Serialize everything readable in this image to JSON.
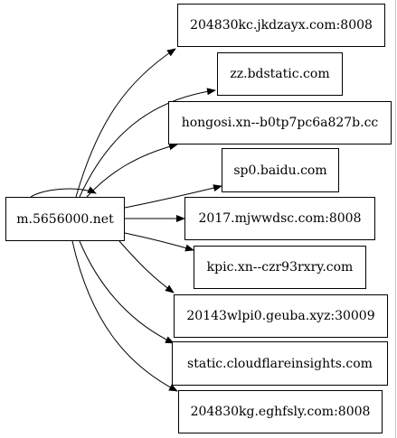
{
  "graph": {
    "source": {
      "id": "src",
      "label": "m.5656000.net"
    },
    "targets": [
      {
        "id": "t1",
        "label": "204830kc.jkdzayx.com:8008"
      },
      {
        "id": "t2",
        "label": "zz.bdstatic.com"
      },
      {
        "id": "t3",
        "label": "hongosi.xn--b0tp7pc6a827b.cc"
      },
      {
        "id": "t4",
        "label": "sp0.baidu.com"
      },
      {
        "id": "t5",
        "label": "2017.mjwwdsc.com:8008"
      },
      {
        "id": "t6",
        "label": "kpic.xn--czr93rxry.com"
      },
      {
        "id": "t7",
        "label": "20143wlpi0.geuba.xyz:30009"
      },
      {
        "id": "t8",
        "label": "static.cloudflareinsights.com"
      },
      {
        "id": "t9",
        "label": "204830kg.eghfsly.com:8008"
      }
    ],
    "edges": [
      {
        "from": "src",
        "to": "t1"
      },
      {
        "from": "src",
        "to": "t2"
      },
      {
        "from": "src",
        "to": "t3"
      },
      {
        "from": "src",
        "to": "t4"
      },
      {
        "from": "src",
        "to": "t5"
      },
      {
        "from": "src",
        "to": "t6"
      },
      {
        "from": "src",
        "to": "t7"
      },
      {
        "from": "src",
        "to": "t8"
      },
      {
        "from": "src",
        "to": "t9"
      },
      {
        "from": "src",
        "to": "src"
      }
    ],
    "colors": {
      "stroke": "#000000",
      "fill": "#ffffff",
      "text": "#000000"
    }
  }
}
